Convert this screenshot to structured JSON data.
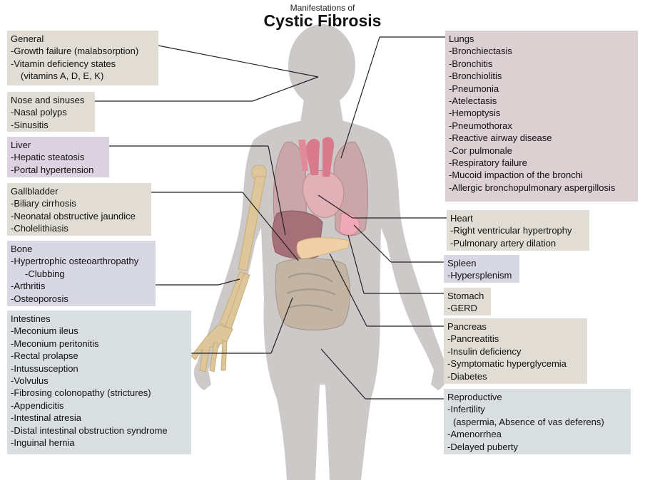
{
  "header": {
    "subtitle": "Manifestations of",
    "title": "Cystic Fibrosis"
  },
  "colors": {
    "tan": "#e1ddd5",
    "purple": "#ddd2e1",
    "blue": "#d8d8e5",
    "slate": "#d9dfe0",
    "rose": "#ddd0d3",
    "silhouette": "#cdc9c8",
    "leader_line": "#222222"
  },
  "boxes": {
    "general": {
      "title": "General",
      "items": [
        "-Growth failure (malabsorption)",
        "-Vitamin deficiency states",
        "  (vitamins A, D, E, K)"
      ]
    },
    "nose": {
      "title": "Nose and sinuses",
      "items": [
        "-Nasal polyps",
        "-Sinusitis"
      ]
    },
    "liver": {
      "title": "Liver",
      "items": [
        "-Hepatic steatosis",
        "-Portal hypertension"
      ]
    },
    "gallbladder": {
      "title": "Gallbladder",
      "items": [
        "-Biliary cirrhosis",
        "-Neonatal obstructive jaundice",
        "-Cholelithiasis"
      ]
    },
    "bone": {
      "title": "Bone",
      "items": [
        "-Hypertrophic osteoarthropathy",
        "     -Clubbing",
        "-Arthritis",
        "-Osteoporosis"
      ]
    },
    "intestines": {
      "title": "Intestines",
      "items": [
        "-Meconium ileus",
        "-Meconium peritonitis",
        "-Rectal prolapse",
        "-Intussusception",
        "-Volvulus",
        "-Fibrosing colonopathy (strictures)",
        "-Appendicitis",
        "-Intestinal atresia",
        "-Distal intestinal obstruction syndrome",
        "-Inguinal hernia"
      ]
    },
    "lungs": {
      "title": "Lungs",
      "items": [
        "-Bronchiectasis",
        "-Bronchitis",
        "-Bronchiolitis",
        "-Pneumonia",
        "-Atelectasis",
        "-Hemoptysis",
        "-Pneumothorax",
        "-Reactive airway disease",
        "-Cor pulmonale",
        "-Respiratory failure",
        "-Mucoid impaction of the bronchi",
        "-Allergic bronchopulmonary aspergillosis"
      ]
    },
    "heart": {
      "title": "Heart",
      "items": [
        "-Right ventricular hypertrophy",
        "-Pulmonary artery dilation"
      ]
    },
    "spleen": {
      "title": "Spleen",
      "items": [
        "-Hypersplenism"
      ]
    },
    "stomach": {
      "title": "Stomach",
      "items": [
        "-GERD"
      ]
    },
    "pancreas": {
      "title": "Pancreas",
      "items": [
        "-Pancreatitis",
        "-Insulin deficiency",
        "-Symptomatic hyperglycemia",
        "-Diabetes"
      ]
    },
    "reproductive": {
      "title": "Reproductive",
      "items": [
        "-Infertility",
        "  (aspermia, Absence of vas deferens)",
        "-Amenorrhea",
        "-Delayed puberty"
      ]
    }
  }
}
